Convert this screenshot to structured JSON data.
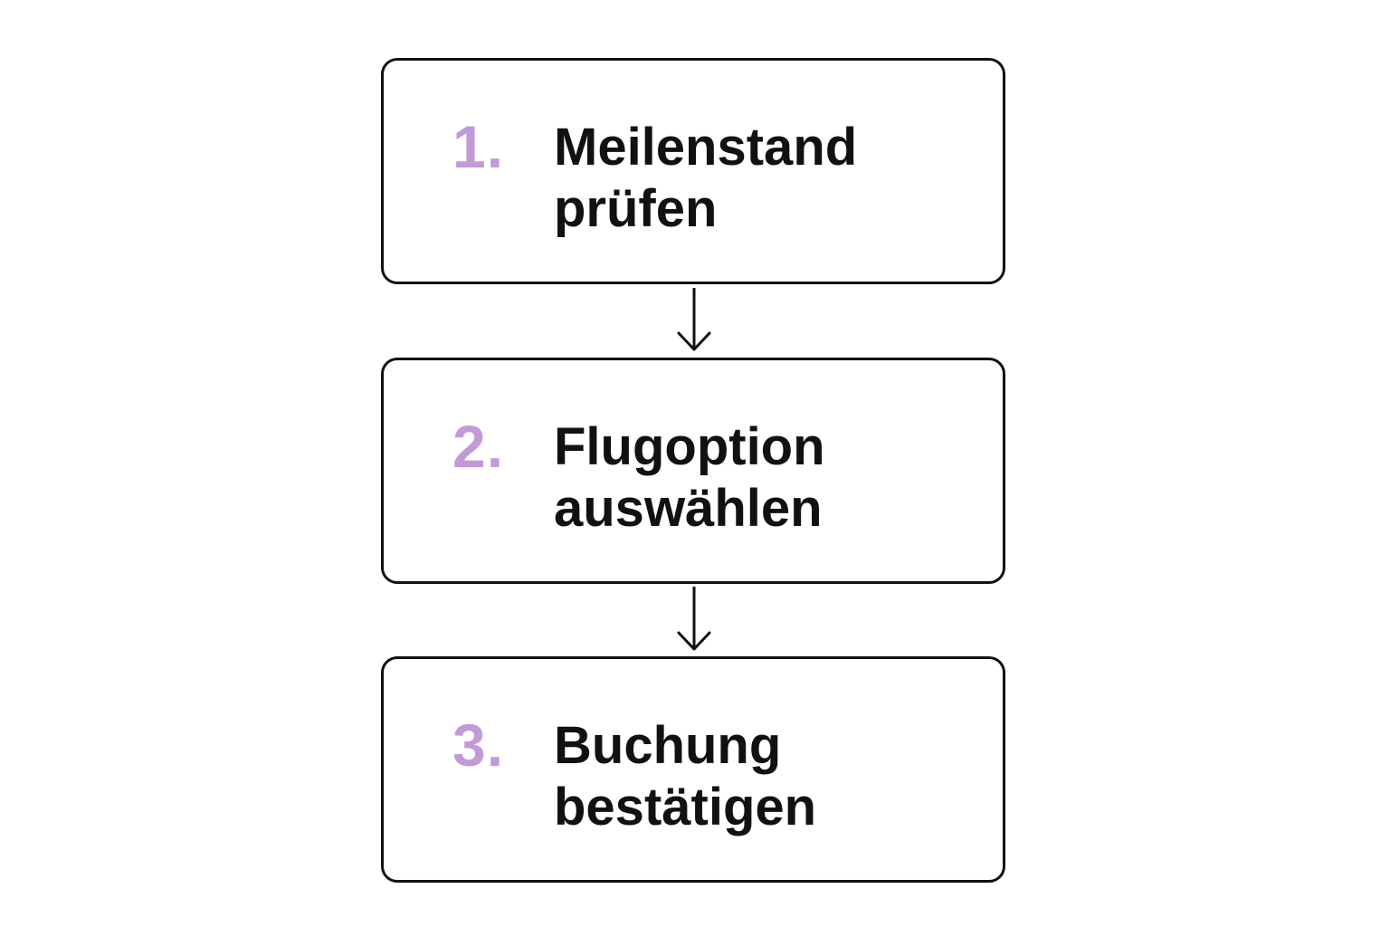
{
  "colors": {
    "number": "#c29ad8",
    "text": "#111111",
    "border": "#111111",
    "background": "#ffffff"
  },
  "steps": [
    {
      "number": "1.",
      "line1": "Meilenstand",
      "line2": "prüfen"
    },
    {
      "number": "2.",
      "line1": "Flugoption",
      "line2": "auswählen"
    },
    {
      "number": "3.",
      "line1": "Buchung",
      "line2": "bestätigen"
    }
  ]
}
